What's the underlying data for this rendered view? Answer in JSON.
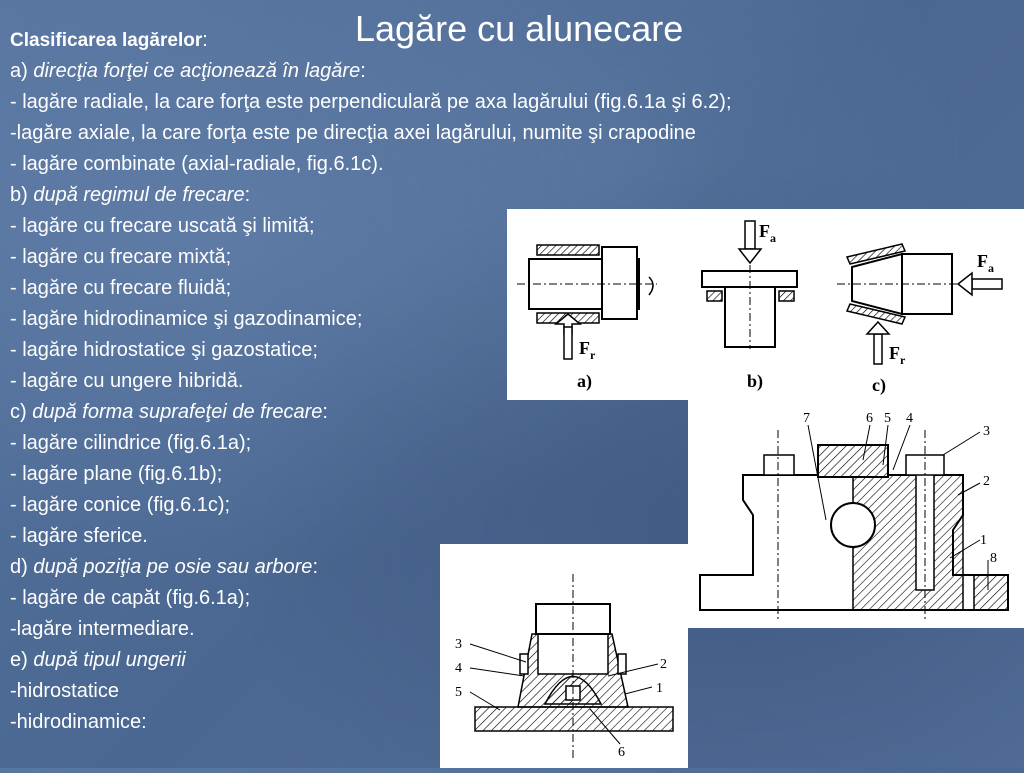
{
  "slide": {
    "title": "Lagăre cu alunecare",
    "heading": "Clasificarea lagărelor",
    "heading_colon": ":",
    "items": [
      {
        "prefix": "a) ",
        "italic": "direcţia forţei ce acţionează în lagăre",
        "suffix": ":"
      },
      {
        "text": "- lagăre radiale, la care forţa este perpendiculară pe axa lagărului (fig.6.1a şi 6.2);"
      },
      {
        "text": "-lagăre axiale, la care forţa este pe direcţia axei lagărului, numite şi crapodine"
      },
      {
        "text": "- lagăre combinate (axial-radiale, fig.6.1c)."
      },
      {
        "prefix": "b) ",
        "italic": "după regimul de frecare",
        "suffix": ":"
      },
      {
        "text": "- lagăre cu frecare uscată şi limită;"
      },
      {
        "text": "- lagăre cu frecare mixtă;"
      },
      {
        "text": "- lagăre cu frecare fluidă;"
      },
      {
        "text": "- lagăre hidrodinamice şi gazodinamice;"
      },
      {
        "text": "- lagăre hidrostatice şi gazostatice;"
      },
      {
        "text": "- lagăre cu ungere hibridă."
      },
      {
        "prefix": "c) ",
        "italic": "după forma suprafeţei de frecare",
        "suffix": ":"
      },
      {
        "text": "- lagăre cilindrice (fig.6.1a);"
      },
      {
        "text": "- lagăre plane (fig.6.1b);"
      },
      {
        "text": "- lagăre conice (fig.6.1c);"
      },
      {
        "text": "- lagăre sferice."
      },
      {
        "prefix": "d) ",
        "italic": "după poziţia pe osie sau arbore",
        "suffix": ":"
      },
      {
        "text": "- lagăre de capăt (fig.6.1a);"
      },
      {
        "text": "-lagăre intermediare."
      },
      {
        "prefix": "e) ",
        "italic": "după tipul ungerii",
        "suffix": ""
      },
      {
        "text": "-hidrostatice"
      },
      {
        "text": "-hidrodinamice:"
      }
    ]
  },
  "figures": {
    "fig1": {
      "label_a": "a)",
      "label_b": "b)",
      "label_c": "c)",
      "fa": "F",
      "fa_sub": "a",
      "fr": "F",
      "fr_sub": "r"
    },
    "fig2": {
      "n1": "1",
      "n2": "2",
      "n3": "3",
      "n4": "4",
      "n5": "5",
      "n6": "6",
      "n7": "7",
      "n8": "8"
    },
    "fig3": {
      "n1": "1",
      "n2": "2",
      "n3": "3",
      "n4": "4",
      "n5": "5",
      "n6": "6"
    }
  }
}
